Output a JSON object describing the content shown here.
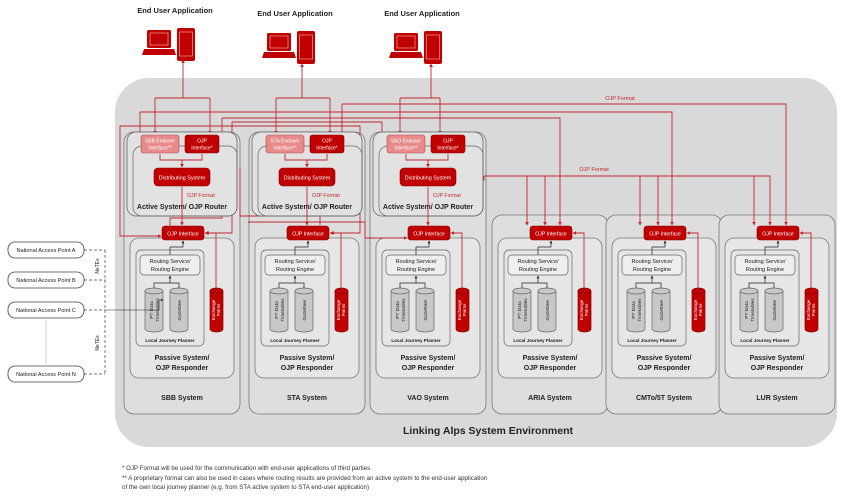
{
  "diagram_title": "Linking Alps System Environment",
  "colors": {
    "accent_red": "#c00000",
    "light_red": "#e88a8a",
    "line_red": "#c0282d",
    "environment_bg": "#d9d9d9",
    "box_bg": "#e8e8e8",
    "db_gray": "#c8c8c8"
  },
  "end_user_apps": [
    {
      "label": "End User Application",
      "icons": [
        "laptop-icon",
        "smartphone-icon"
      ]
    },
    {
      "label": "End User Application",
      "icons": [
        "laptop-icon",
        "smartphone-icon"
      ]
    },
    {
      "label": "End User Application",
      "icons": [
        "laptop-icon",
        "smartphone-icon"
      ]
    }
  ],
  "connection_labels": {
    "top_bus": "OJP Format",
    "middle_bus": "OJP Format",
    "active_to_interface": "OJP Format"
  },
  "active_systems": [
    {
      "enduser_interface": "SBB Enduser Interface**",
      "ojp_interface": "OJP Interface*",
      "distributing": "Distributing System",
      "format": "OJP Format",
      "title": "Active System/ OJP Router"
    },
    {
      "enduser_interface": "STA Enduser Interface**",
      "ojp_interface": "OJP Interface*",
      "distributing": "Distributing System",
      "format": "OJP Format",
      "title": "Active System/ OJP Router"
    },
    {
      "enduser_interface": "VAO Enduser Interface**",
      "ojp_interface": "OJP Interface*",
      "distributing": "Distributing System",
      "format": "OJP Format",
      "title": "Active System/ OJP Router"
    }
  ],
  "systems": [
    {
      "name": "SBB System",
      "ojp_interface": "OJP Interface",
      "routing": [
        "Routing Service/",
        "Routing Engine"
      ],
      "db1": [
        "PT Data",
        "Timetables"
      ],
      "db2": "Gazetteer",
      "exchange": [
        "Exchange",
        "Points"
      ],
      "ljp": "Local Journey Planner",
      "passive": [
        "Passive System/",
        "OJP Responder"
      ]
    },
    {
      "name": "STA System",
      "ojp_interface": "OJP Interface",
      "routing": [
        "Routing Service/",
        "Routing Engine"
      ],
      "db1": [
        "PT Data",
        "Timetables"
      ],
      "db2": "Gazetteer",
      "exchange": [
        "Exchange",
        "Points"
      ],
      "ljp": "Local Journey Planner",
      "passive": [
        "Passive System/",
        "OJP Responder"
      ]
    },
    {
      "name": "VAO System",
      "ojp_interface": "OJP Interface",
      "routing": [
        "Routing Service/",
        "Routing Engine"
      ],
      "db1": [
        "PT Data",
        "Timetables"
      ],
      "db2": "Gazetteer",
      "exchange": [
        "Exchange",
        "Points"
      ],
      "ljp": "Local Journey Planner",
      "passive": [
        "Passive System/",
        "OJP Responder"
      ]
    },
    {
      "name": "ARIA System",
      "ojp_interface": "OJP Interface",
      "routing": [
        "Routing Service/",
        "Routing Engine"
      ],
      "db1": [
        "PT Data",
        "Timetables"
      ],
      "db2": "Gazetteer",
      "exchange": [
        "Exchange",
        "Points"
      ],
      "ljp": "Local Journey Planner",
      "passive": [
        "Passive System/",
        "OJP Responder"
      ]
    },
    {
      "name": "CMTo/5T System",
      "ojp_interface": "OJP Interface",
      "routing": [
        "Routing Service/",
        "Routing Engine"
      ],
      "db1": [
        "PT Data",
        "Timetables"
      ],
      "db2": "Gazetteer",
      "exchange": [
        "Exchange",
        "Points"
      ],
      "ljp": "Local Journey Planner",
      "passive": [
        "Passive System/",
        "OJP Responder"
      ]
    },
    {
      "name": "LUR System",
      "ojp_interface": "OJP Interface",
      "routing": [
        "Routing Service/",
        "Routing Engine"
      ],
      "db1": [
        "PT Data",
        "Timetables"
      ],
      "db2": "Gazetteer",
      "exchange": [
        "Exchange",
        "Points"
      ],
      "ljp": "Local Journey Planner",
      "passive": [
        "Passive System/",
        "OJP Responder"
      ]
    }
  ],
  "access_points": [
    {
      "label": "National Access Point A"
    },
    {
      "label": "National Access Point B"
    },
    {
      "label": "National Access Point C"
    },
    {
      "label": "National Access Point N"
    }
  ],
  "netex_labels": [
    "NeTEx",
    "NeTEx"
  ],
  "footnotes": [
    "* OJP Format will be used for the communication with end-user applications of third parties",
    "** A proprietary format can also be used in cases where routing results are provided from an active system to the end-user application",
    "of the own local journey planner (e.g. from STA active system to STA end-user application)"
  ]
}
